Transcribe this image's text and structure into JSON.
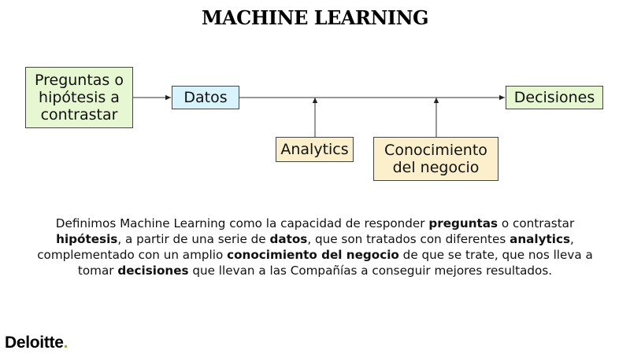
{
  "title": "MACHINE LEARNING",
  "nodes": {
    "preguntas": "Preguntas o hipótesis a contrastar",
    "datos": "Datos",
    "decisiones": "Decisiones",
    "analytics": "Analytics",
    "negocio": "Conocimiento del negocio"
  },
  "colors": {
    "green_box": "#e6f7d2",
    "blue_box": "#d8f3fb",
    "yellow_box": "#fcf0cc",
    "brand_dot": "#86bc25"
  },
  "description": {
    "p1": "Definimos Machine Learning como la capacidad de responder ",
    "b1": "preguntas",
    "p2": " o contrastar ",
    "b2": "hipótesis",
    "p3": ", a partir de una serie de ",
    "b3": "datos",
    "p4": ", que son tratados con diferentes ",
    "b4": "analytics",
    "p5": ", complementado con un amplio ",
    "b5": "conocimiento del negocio",
    "p6": " de que se trate, que nos lleva a tomar ",
    "b6": "decisiones",
    "p7": " que llevan a las Compañías a conseguir mejores resultados."
  },
  "logo": {
    "text": "Deloitte",
    "dot": "."
  }
}
